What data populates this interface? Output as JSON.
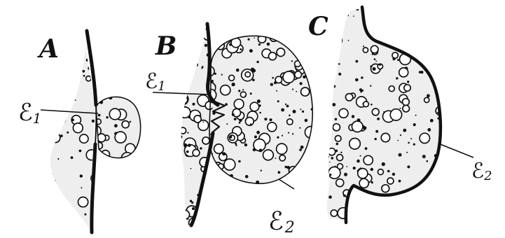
{
  "figure": {
    "panels": [
      {
        "label": "A"
      },
      {
        "label": "B"
      },
      {
        "label": "C"
      }
    ],
    "annotations": [
      {
        "letter": "ℰ",
        "sub": "1"
      },
      {
        "letter": "ℰ",
        "sub": "1"
      },
      {
        "letter": "ℰ",
        "sub": "2"
      },
      {
        "letter": "ℰ",
        "sub": "2"
      }
    ]
  },
  "colors": {
    "ink": "#111111",
    "paper": "#ffffff",
    "tissue": "#eeeeee"
  }
}
